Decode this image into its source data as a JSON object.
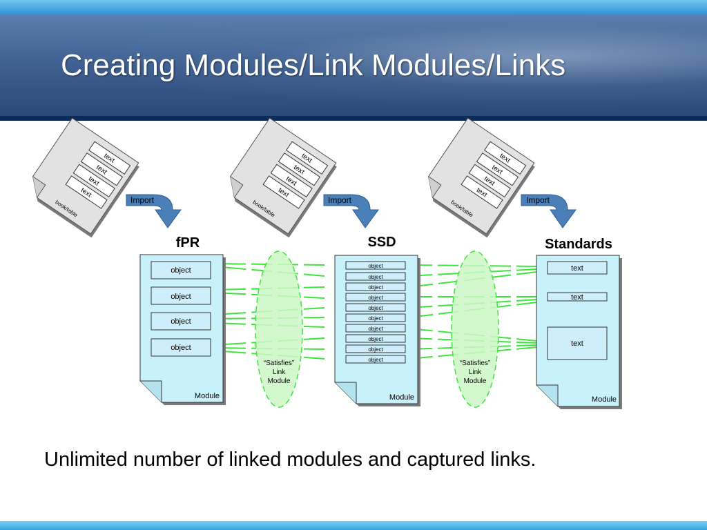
{
  "slide": {
    "title": "Creating Modules/Link Modules/Links",
    "caption": "Unlimited number of linked modules and captured links."
  },
  "documents": [
    {
      "lines": [
        "text",
        "text",
        "text",
        "text"
      ],
      "label": "book/table"
    },
    {
      "lines": [
        "text",
        "text",
        "text",
        "text"
      ],
      "label": "book/table"
    },
    {
      "lines": [
        "text",
        "text",
        "text",
        "text"
      ],
      "label": "book/table"
    }
  ],
  "import_label": "Import",
  "modules": [
    {
      "title": "fPR",
      "footer": "Module",
      "items": [
        "object",
        "object",
        "object",
        "object"
      ]
    },
    {
      "title": "SSD",
      "footer": "Module",
      "items": [
        "object",
        "object",
        "object",
        "object",
        "object",
        "object",
        "object",
        "object",
        "object",
        "object"
      ]
    },
    {
      "title": "Standards",
      "footer": "Module",
      "items": [
        "text",
        "text",
        "text"
      ]
    }
  ],
  "link_modules": [
    {
      "lines": [
        "“Satisfies”",
        "Link",
        "Module"
      ]
    },
    {
      "lines": [
        "“Satisfies”",
        "Link",
        "Module"
      ]
    }
  ],
  "colors": {
    "module_fill": "#c9f1fb",
    "item_fill": "#cfeefb",
    "link_ellipse_fill": "#cdf7c4",
    "link_line": "#3de43d",
    "import_arrow": "#4a7fb8",
    "document_fill": "#e2e2e2"
  }
}
